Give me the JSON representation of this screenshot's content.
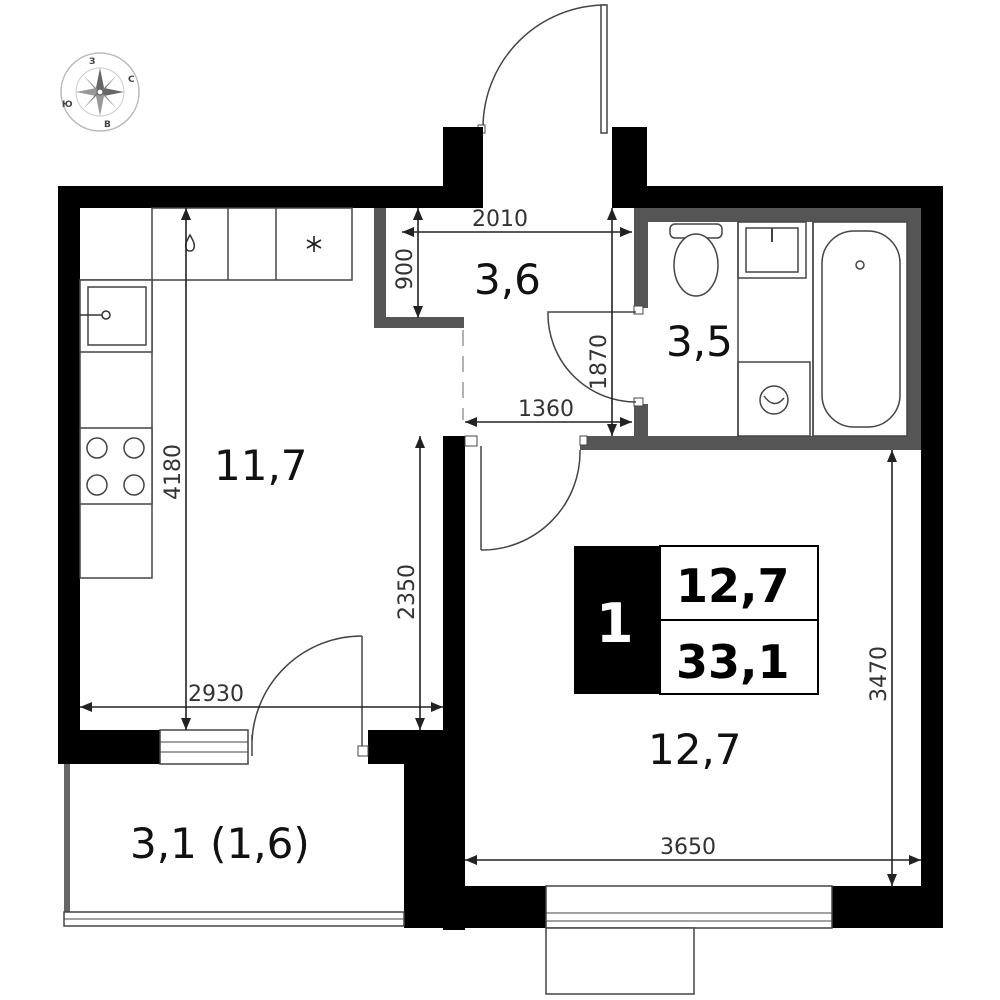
{
  "compass": {
    "north": "З",
    "east": "С",
    "south": "В",
    "west": "Ю"
  },
  "rooms": {
    "hall": "3,6",
    "bathroom": "3,5",
    "kitchen": "11,7",
    "living": "12,7",
    "balcony": "3,1 (1,6)"
  },
  "dimensions": {
    "hall_width": "2010",
    "hall_niche": "900",
    "bath_height": "1870",
    "corridor": "1360",
    "kitchen_depth": "4180",
    "kitchen_width": "2930",
    "kitchen_partial": "2350",
    "living_height": "3470",
    "living_width": "3650"
  },
  "summary": {
    "rooms_count": "1",
    "living_area": "12,7",
    "total_area": "33,1"
  },
  "colors": {
    "wall": "#000000",
    "wet_zone_wall": "#555555"
  },
  "icons": [
    "compass-rose-icon",
    "water-drop-icon",
    "snowflake-icon"
  ]
}
